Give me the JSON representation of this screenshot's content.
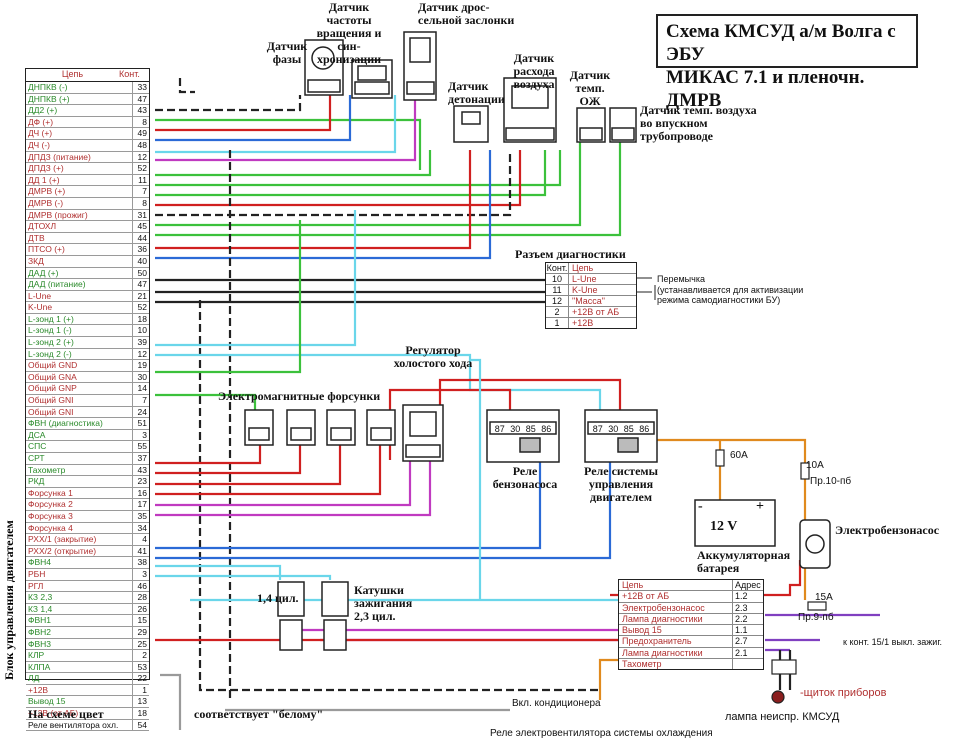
{
  "title": [
    "Схема КМСУД а/м Волга с ЭБУ",
    "МИКАС 7.1 и пленочн. ДМРВ"
  ],
  "ecu": {
    "label": "Блок управления двигателем",
    "header_name": "Цепь",
    "header_pin": "Конт.",
    "rows": [
      {
        "name": "ДНПКВ (-)",
        "pin": "33",
        "color": "#2a8a2a"
      },
      {
        "name": "ДНПКВ (+)",
        "pin": "47",
        "color": "#2a8a2a"
      },
      {
        "name": "ДД2 (+)",
        "pin": "43",
        "color": "#2a8a2a"
      },
      {
        "name": "ДФ (+)",
        "pin": "8",
        "color": "#b03030"
      },
      {
        "name": "ДЧ (+)",
        "pin": "49",
        "color": "#b03030"
      },
      {
        "name": "ДЧ (-)",
        "pin": "48",
        "color": "#b03030"
      },
      {
        "name": "ДПДЗ (питание)",
        "pin": "12",
        "color": "#b03030"
      },
      {
        "name": "ДПДЗ (+)",
        "pin": "52",
        "color": "#b03030"
      },
      {
        "name": "ДД 1 (+)",
        "pin": "11",
        "color": "#b03030"
      },
      {
        "name": "ДМРВ (+)",
        "pin": "7",
        "color": "#b03030"
      },
      {
        "name": "ДМРВ (-)",
        "pin": "8",
        "color": "#b03030"
      },
      {
        "name": "ДМРВ (прожиг)",
        "pin": "31",
        "color": "#b03030"
      },
      {
        "name": "ДТОХЛ",
        "pin": "45",
        "color": "#b03030"
      },
      {
        "name": "ДТВ",
        "pin": "44",
        "color": "#b03030"
      },
      {
        "name": "ПТСО (+)",
        "pin": "36",
        "color": "#b03030"
      },
      {
        "name": "ЗКД",
        "pin": "40",
        "color": "#b03030"
      },
      {
        "name": "ДАД (+)",
        "pin": "50",
        "color": "#2a8a2a"
      },
      {
        "name": "ДАД (питание)",
        "pin": "47",
        "color": "#2a8a2a"
      },
      {
        "name": "L-Une",
        "pin": "21",
        "color": "#b03030"
      },
      {
        "name": "K-Une",
        "pin": "52",
        "color": "#b03030"
      },
      {
        "name": "L-зонд 1 (+)",
        "pin": "18",
        "color": "#2a8a2a"
      },
      {
        "name": "L-зонд 1 (-)",
        "pin": "10",
        "color": "#2a8a2a"
      },
      {
        "name": "L-зонд 2 (+)",
        "pin": "39",
        "color": "#2a8a2a"
      },
      {
        "name": "L-зонд 2 (-)",
        "pin": "12",
        "color": "#2a8a2a"
      },
      {
        "name": "Общий GND",
        "pin": "19",
        "color": "#b03030"
      },
      {
        "name": "Общий GNA",
        "pin": "30",
        "color": "#b03030"
      },
      {
        "name": "Общий GNP",
        "pin": "14",
        "color": "#b03030"
      },
      {
        "name": "Общий GNI",
        "pin": "7",
        "color": "#b03030"
      },
      {
        "name": "Общий GNI",
        "pin": "24",
        "color": "#b03030"
      },
      {
        "name": "ФВН (диагностика)",
        "pin": "51",
        "color": "#2a8a2a"
      },
      {
        "name": "ДСА",
        "pin": "3",
        "color": "#2a8a2a"
      },
      {
        "name": "СПС",
        "pin": "55",
        "color": "#2a8a2a"
      },
      {
        "name": "СРТ",
        "pin": "37",
        "color": "#2a8a2a"
      },
      {
        "name": "Тахометр",
        "pin": "43",
        "color": "#2a8a2a"
      },
      {
        "name": "РКД",
        "pin": "23",
        "color": "#2a8a2a"
      },
      {
        "name": "Форсунка 1",
        "pin": "16",
        "color": "#b03030"
      },
      {
        "name": "Форсунка 2",
        "pin": "17",
        "color": "#b03030"
      },
      {
        "name": "Форсунка 3",
        "pin": "35",
        "color": "#b03030"
      },
      {
        "name": "Форсунка 4",
        "pin": "34",
        "color": "#b03030"
      },
      {
        "name": "РХХ/1 (закрытие)",
        "pin": "4",
        "color": "#b03030"
      },
      {
        "name": "РХХ/2 (открытие)",
        "pin": "41",
        "color": "#b03030"
      },
      {
        "name": "ФВН4",
        "pin": "38",
        "color": "#2a8a2a"
      },
      {
        "name": "РБН",
        "pin": "3",
        "color": "#b03030"
      },
      {
        "name": "РГЛ",
        "pin": "46",
        "color": "#b03030"
      },
      {
        "name": "КЗ 2,3",
        "pin": "28",
        "color": "#2a8a2a"
      },
      {
        "name": "КЗ 1,4",
        "pin": "26",
        "color": "#2a8a2a"
      },
      {
        "name": "ФВН1",
        "pin": "15",
        "color": "#2a8a2a"
      },
      {
        "name": "ФВН2",
        "pin": "29",
        "color": "#2a8a2a"
      },
      {
        "name": "ФВН3",
        "pin": "25",
        "color": "#2a8a2a"
      },
      {
        "name": "КЛР",
        "pin": "2",
        "color": "#2a8a2a"
      },
      {
        "name": "КЛПА",
        "pin": "53",
        "color": "#2a8a2a"
      },
      {
        "name": "ЛД",
        "pin": "22",
        "color": "#2a8a2a"
      },
      {
        "name": "+12В",
        "pin": "1",
        "color": "#b03030"
      },
      {
        "name": "Вывод 15",
        "pin": "13",
        "color": "#2a8a2a"
      },
      {
        "name": "+12В (от АБ)",
        "pin": "18",
        "color": "#b03030"
      },
      {
        "name": "Реле вентилятора охл.",
        "pin": "54",
        "color": "#111111"
      }
    ]
  },
  "sensors": {
    "phase": "Датчик фазы",
    "crank": "Датчик частоты вращения и син-хронизации",
    "throttle": "Датчик дрос-сельной заслонки",
    "knock": "Датчик детонации",
    "maf": "Датчик расхода воздуха",
    "coolant": "Датчик темп. ОЖ",
    "intake": "Датчик темп. воздуха во впускном трубопроводе"
  },
  "diag": {
    "title": "Разъем диагностики",
    "header_pin": "Конт.",
    "header_name": "Цепь",
    "rows": [
      {
        "pin": "10",
        "name": "L-Une"
      },
      {
        "pin": "11",
        "name": "K-Une"
      },
      {
        "pin": "12",
        "name": "\"Масса\""
      },
      {
        "pin": "2",
        "name": "+12В от АБ"
      },
      {
        "pin": "1",
        "name": "+12В"
      }
    ],
    "jumper_note": [
      "Перемычка",
      "(устанавливается для активизации",
      "режима самодиагностики БУ)"
    ]
  },
  "components": {
    "injectors": "Электромагнитные форсунки",
    "idle": "Регулятор холостого хода",
    "pump_relay": "Реле бензонасоса",
    "main_relay": "Реле системы управления двигателем",
    "relay_pins": [
      "87",
      "30",
      "85",
      "86"
    ],
    "battery_title": "Аккумуляторная батарея",
    "battery_voltage": "12 V",
    "battery_minus": "-",
    "battery_plus": "+",
    "pump": "Электробензонасос",
    "coils_14": "1,4 цил.",
    "coils_23": "Катушки зажигания 2,3 цил.",
    "fuse60": "60А",
    "fuse10": "10А",
    "fuse10_name": "Пр.10-пб",
    "fuse15": "15А",
    "fuse15_name": "Пр.9-пб",
    "ignition_note": "к конт. 15/1 выкл. зажиг.",
    "panel_note": "-щиток приборов",
    "lamp_note": "лампа неиспр. КМСУД",
    "ac_note": "Вкл. кондиционера",
    "fan_note": "Реле электровентилятора системы охлаждения",
    "legend_a": "На схеме цвет",
    "legend_b": "соответствует \"белому\""
  },
  "mount": {
    "header_name": "Цепь",
    "header_addr": "Адрес",
    "rows": [
      {
        "name": "+12В от АБ",
        "addr": "1.2"
      },
      {
        "name": "Электробензонасос",
        "addr": "2.3"
      },
      {
        "name": "Лампа диагностики",
        "addr": "2.2"
      },
      {
        "name": "Вывод 15",
        "addr": "1.1"
      },
      {
        "name": "Предохранитель",
        "addr": "2.7"
      },
      {
        "name": "Лампа диагностики",
        "addr": "2.1"
      },
      {
        "name": "Тахометр",
        "addr": ""
      }
    ]
  }
}
